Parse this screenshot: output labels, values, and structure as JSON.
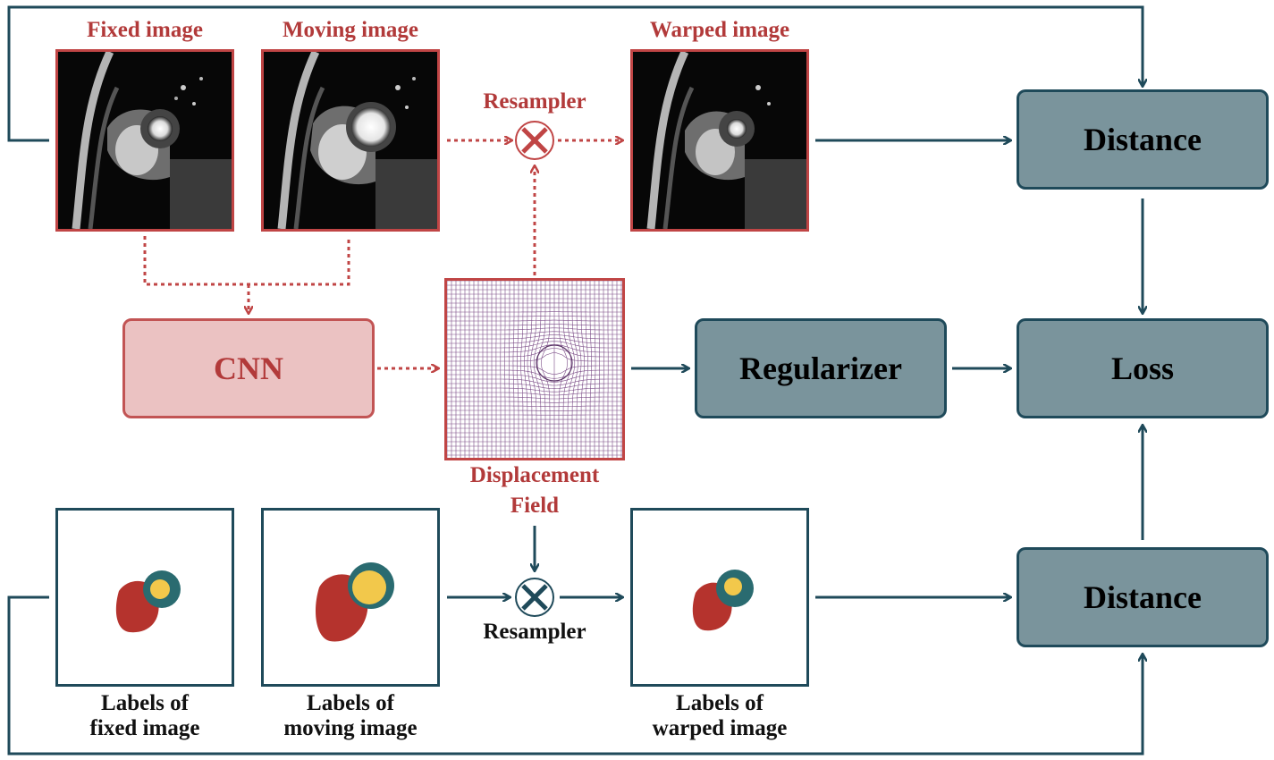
{
  "colors": {
    "accent_red": "#b23a3a",
    "teal_dark": "#1f4a5a",
    "teal_fill": "#7a949c",
    "cnn_fill": "#ebc2c2",
    "label_red": "#c0392b",
    "label_teal": "#2a6b70",
    "label_yellow": "#f2c84b"
  },
  "images": {
    "fixed": "Fixed image",
    "moving": "Moving image",
    "warped": "Warped image"
  },
  "resampler_top": "Resampler",
  "resampler_bottom": "Resampler",
  "displacement": {
    "line1": "Displacement",
    "line2": "Field"
  },
  "nodes": {
    "cnn": "CNN",
    "regularizer": "Regularizer",
    "distance_top": "Distance",
    "loss": "Loss",
    "distance_bottom": "Distance"
  },
  "label_images": {
    "fixed": {
      "line1": "Labels of",
      "line2": "fixed image"
    },
    "moving": {
      "line1": "Labels of",
      "line2": "moving image"
    },
    "warped": {
      "line1": "Labels of",
      "line2": "warped image"
    }
  },
  "icons": {
    "resampler": "circled-x-icon"
  }
}
